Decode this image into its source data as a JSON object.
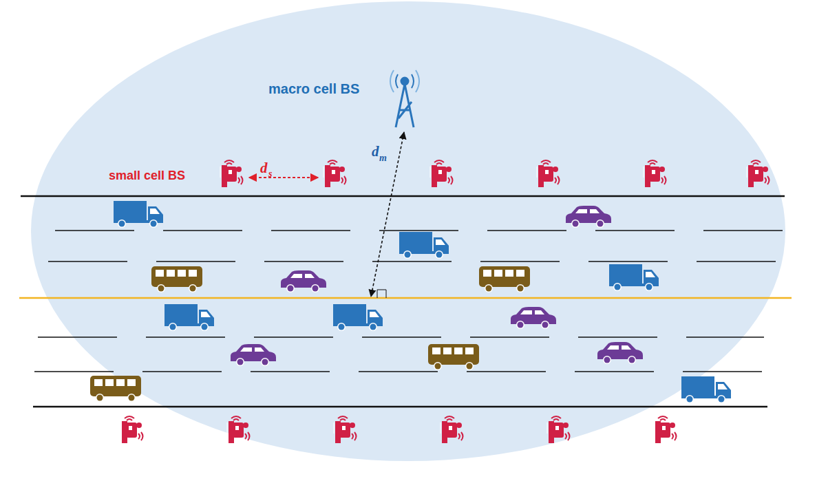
{
  "diagram": {
    "labels": [
      "macro cell BS",
      "small cell BS",
      "d",
      "s",
      "d",
      "m"
    ]
  }
}
